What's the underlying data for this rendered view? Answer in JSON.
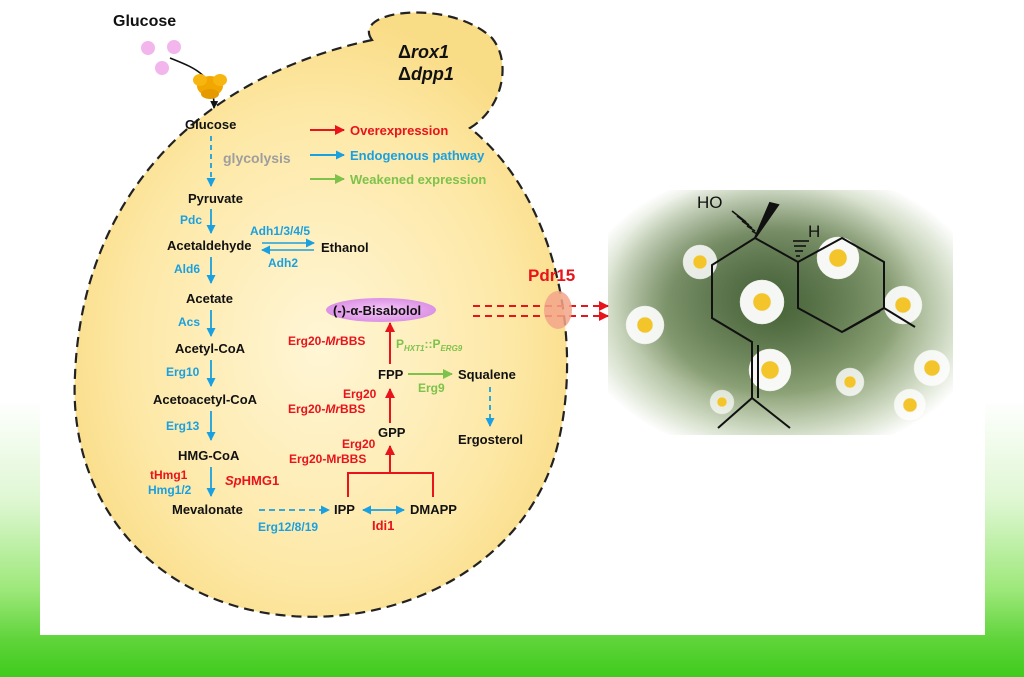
{
  "strain": {
    "line1_prefix": "Δ",
    "line1_gene": "rox1",
    "line2_prefix": "Δ",
    "line2_gene": "dpp1"
  },
  "legend": {
    "overexpression": "Overexpression",
    "endogenous": "Endogenous pathway",
    "weakened": "Weakened expression"
  },
  "colors": {
    "red": "#e8131b",
    "blue": "#1aa0e0",
    "green": "#7dc24b",
    "cell": "#fbe39a",
    "black": "#111111"
  },
  "metabolites": {
    "glucose_ext": "Glucose",
    "glucose": "Glucose",
    "glycolysis": "glycolysis",
    "pyruvate": "Pyruvate",
    "acetaldehyde": "Acetaldehyde",
    "ethanol": "Ethanol",
    "acetate": "Acetate",
    "acetyl_coa": "Acetyl-CoA",
    "acetoacetyl_coa": "Acetoacetyl-CoA",
    "hmg_coa": "HMG-CoA",
    "mevalonate": "Mevalonate",
    "ipp": "IPP",
    "dmapp": "DMAPP",
    "gpp": "GPP",
    "fpp": "FPP",
    "squalene": "Squalene",
    "ergosterol": "Ergosterol",
    "bisabolol": "(-)-α-Bisabolol"
  },
  "enzymes": {
    "pdc": "Pdc",
    "adh_fwd": "Adh1/3/4/5",
    "adh_rev": "Adh2",
    "ald6": "Ald6",
    "acs": "Acs",
    "erg10": "Erg10",
    "erg13": "Erg13",
    "thmg1": "tHmg1",
    "hmg12": "Hmg1/2",
    "sphmg1_italic": "Sp",
    "sphmg1_rest": "HMG1",
    "erg12": "Erg12/8/19",
    "idi1": "Idi1",
    "gpp_erg20": "Erg20",
    "gpp_erg20_mrbbs": "Erg20-MrBBS",
    "fpp_erg20": "Erg20",
    "fpp_erg20_mr_prefix": "Erg20-",
    "fpp_erg20_mr_italic": "Mr",
    "fpp_erg20_mr_suffix": "BBS",
    "bis_prefix": "Erg20-",
    "bis_italic": "Mr",
    "bis_suffix": "BBS",
    "erg9": "Erg9",
    "promoter_p1": "P",
    "promoter_sub1": "HXT1",
    "promoter_mid": "::P",
    "promoter_sub2": "ERG9"
  },
  "transporter": "Pdr15",
  "molecule": {
    "ho": "HO",
    "h": "H"
  }
}
